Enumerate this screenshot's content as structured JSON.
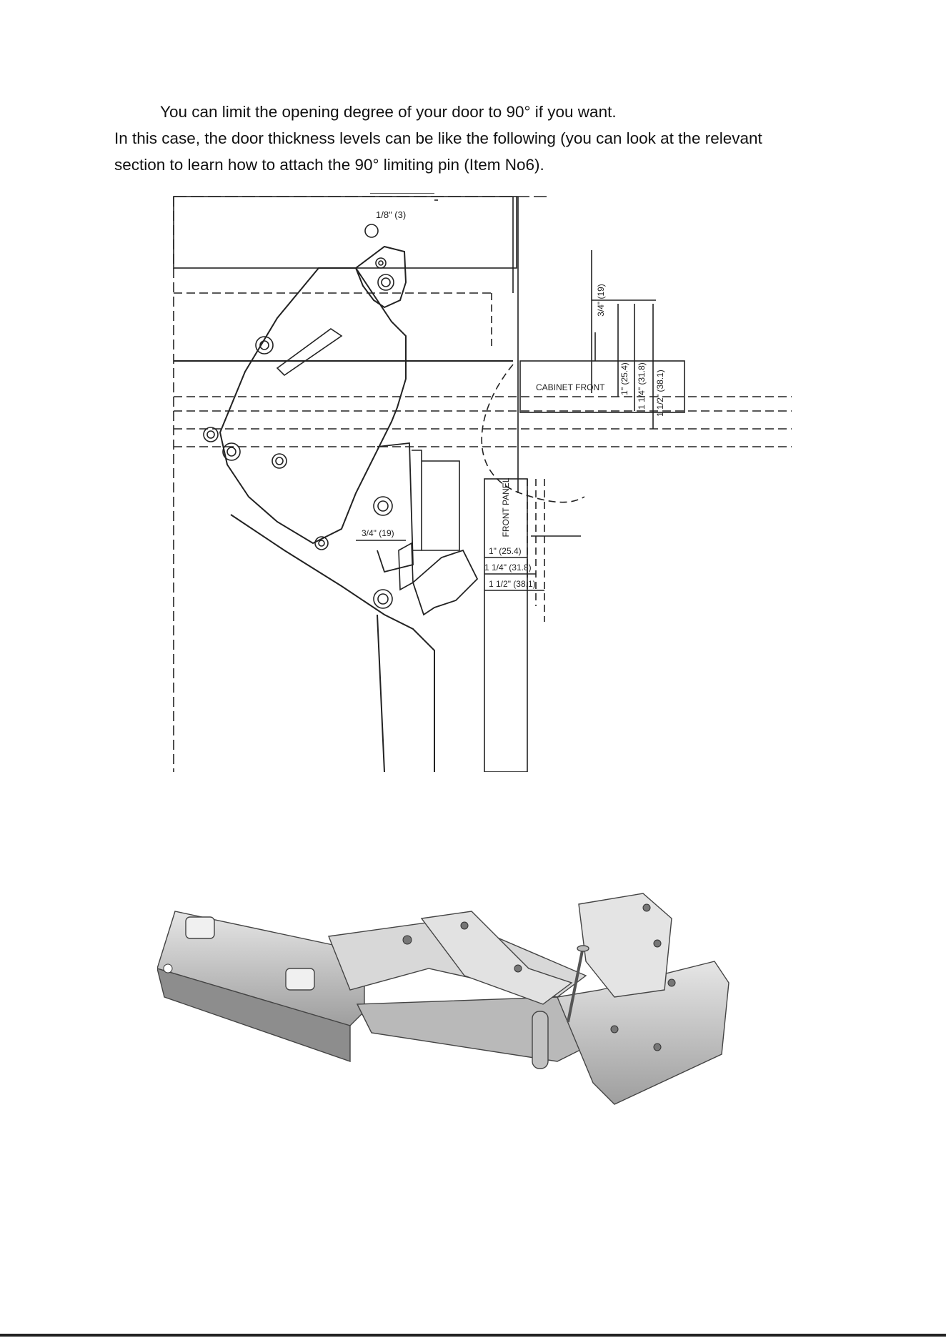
{
  "text": {
    "line1": "You can limit the opening degree of your door to 90° if you want.",
    "line2": "In this case, the door thickness levels can be like the following (you can look at the relevant",
    "line3": "section to learn how to attach the 90° limiting pin (Item No6)."
  },
  "drawing": {
    "dim_top": "1/8\" (3)",
    "cabinet_front": "CABINET FRONT",
    "front_panel": "FRONT PANEL",
    "vertical_dims": [
      "3/4\" (19)",
      "1\" (25.4)",
      "1 1/4\" (31.8)",
      "1 1/2\" (38.1)"
    ],
    "bottom_dims": [
      "3/4\" (19)",
      "1\" (25.4)",
      "1 1/4\" (31.8)",
      "1 1/2\" (38.1)"
    ]
  }
}
